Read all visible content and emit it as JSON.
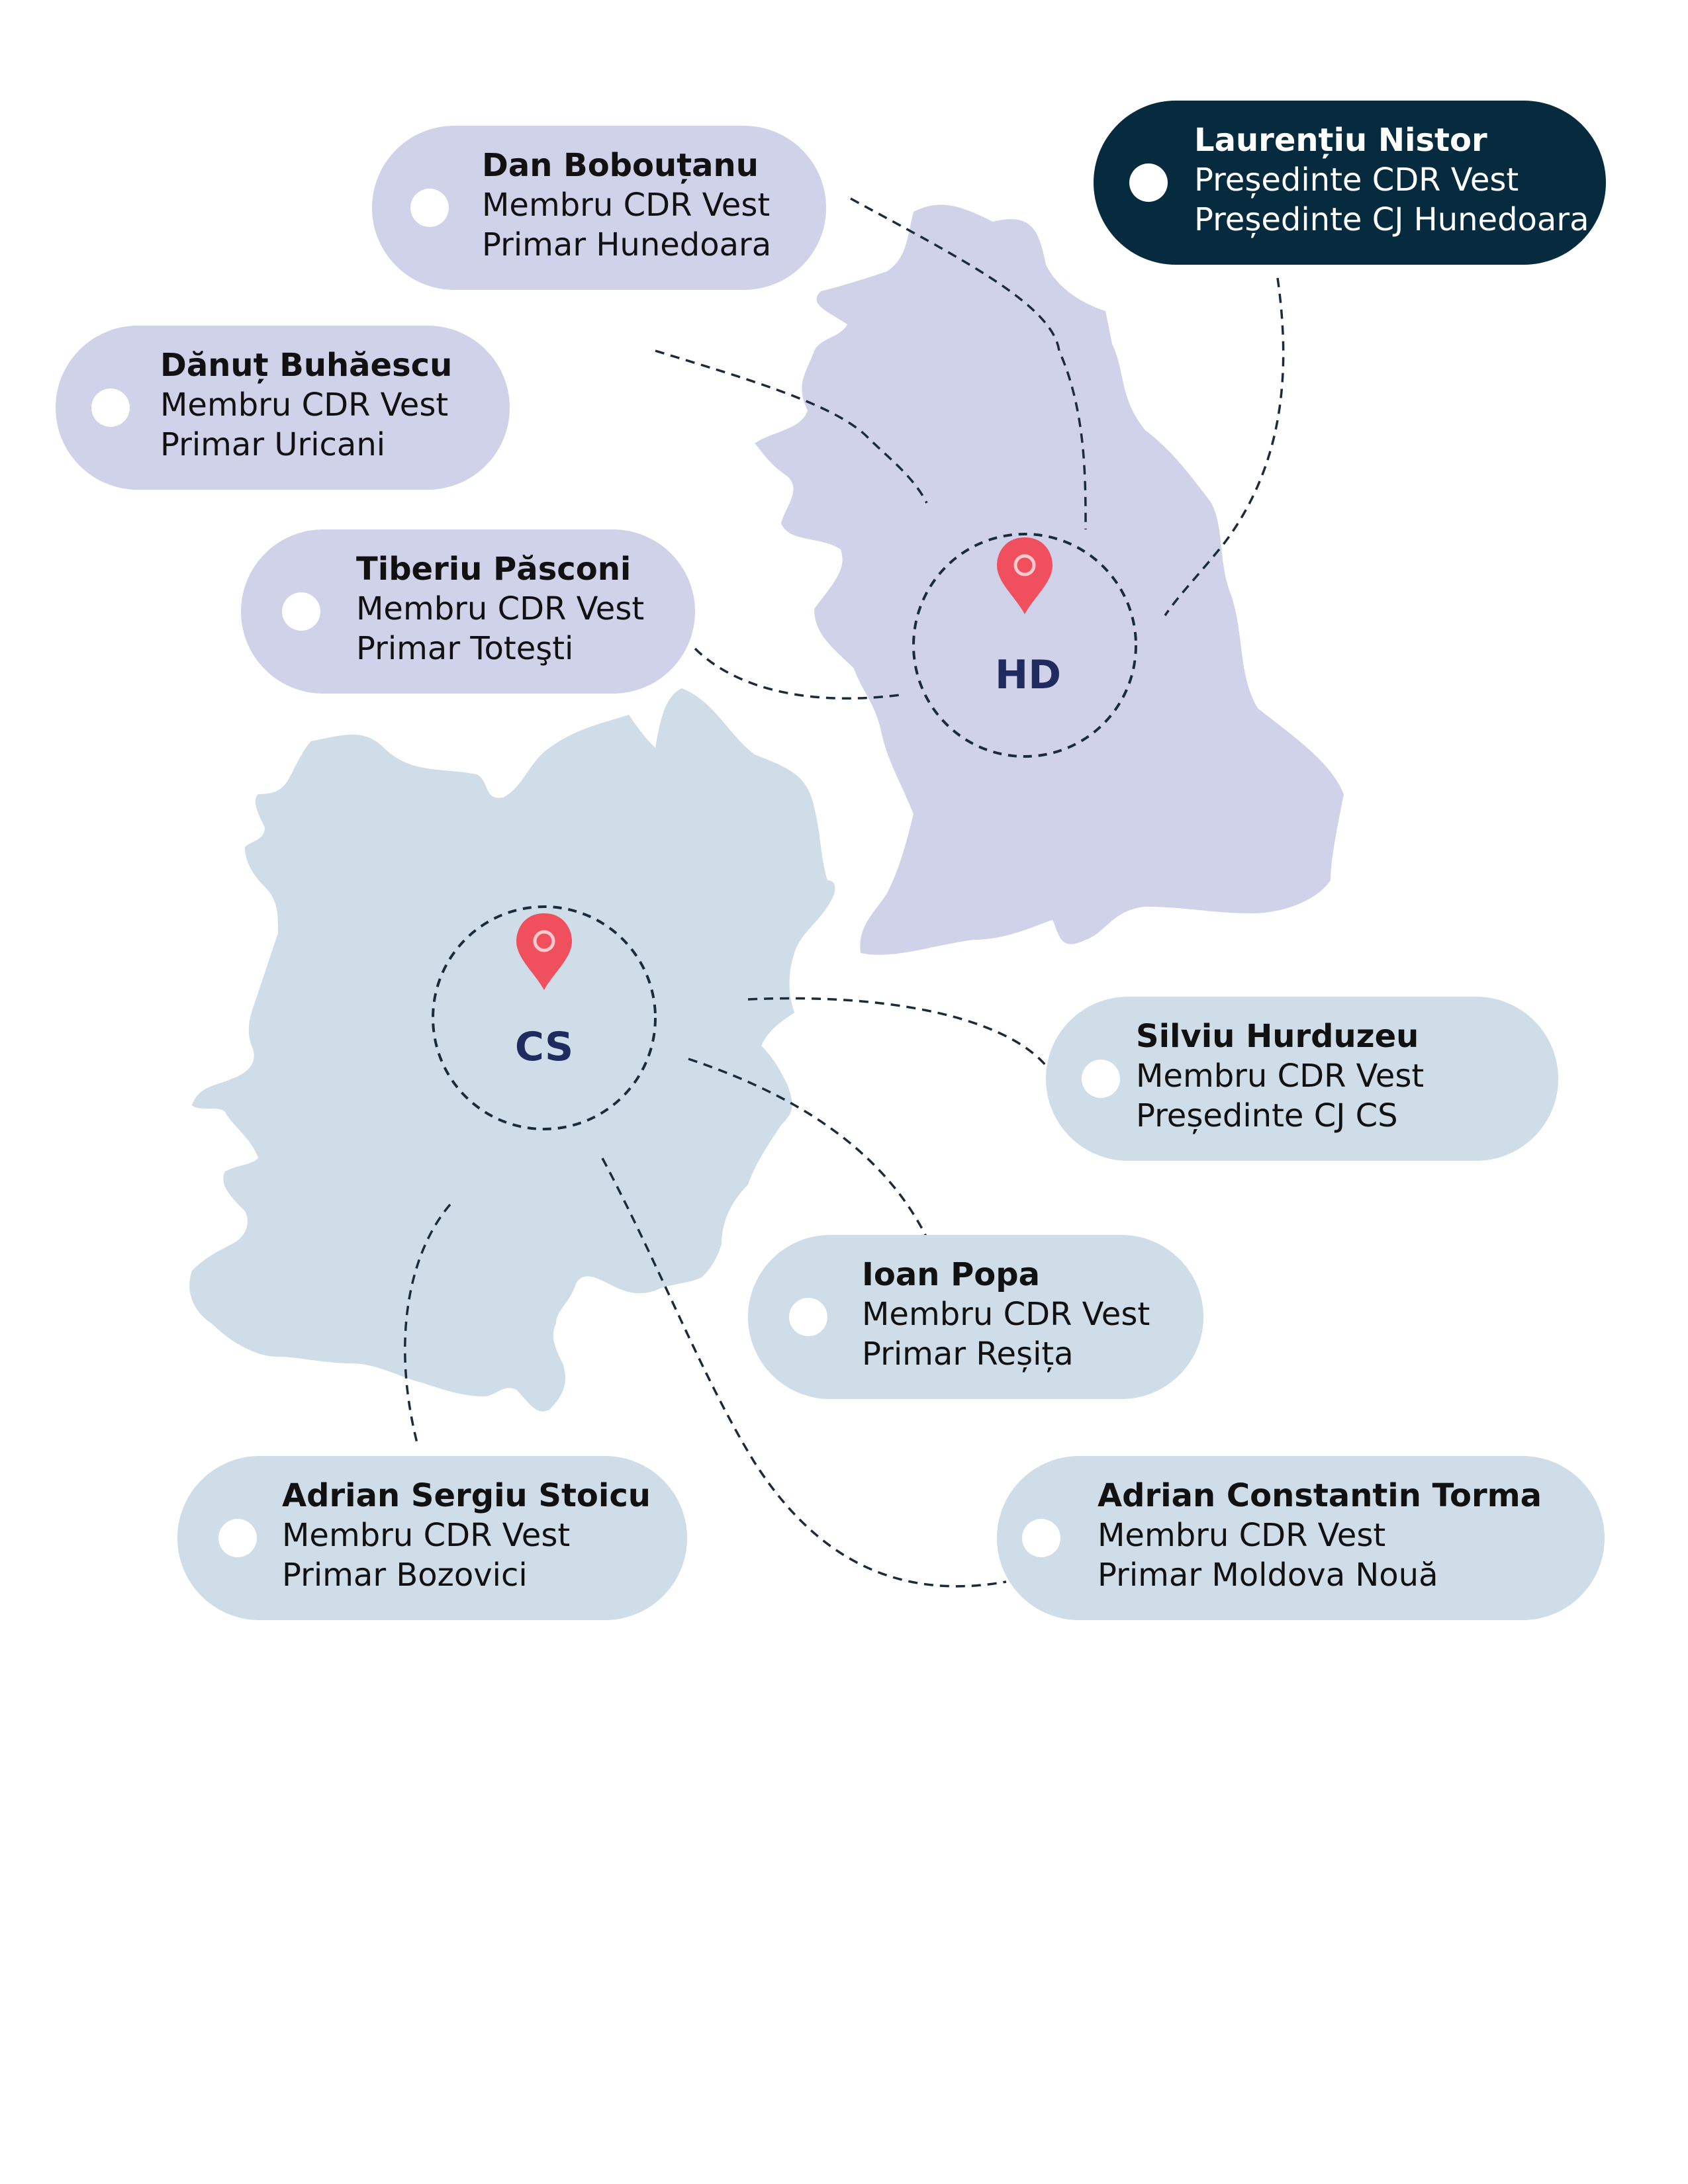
{
  "colors": {
    "hd_region": "#d0d2ea",
    "cs_region": "#cedde7",
    "hd_card": "#d0d2ea",
    "cs_card": "#cedde7",
    "highlight_card": "#062b3e",
    "dark_text": "#111111",
    "label_text": "#1f2b5e",
    "pin": "#f04f5d",
    "dashes": "#1a2b3c"
  },
  "regions": {
    "hd": {
      "code": "HD",
      "icon": "map-pin-icon"
    },
    "cs": {
      "code": "CS",
      "icon": "map-pin-icon"
    }
  },
  "members": [
    {
      "id": "nistor",
      "name": "Laurențiu Nistor",
      "line1": "Președinte CDR Vest",
      "line2": "Președinte CJ Hunedoara",
      "region": "hd",
      "highlight": true
    },
    {
      "id": "bobou",
      "name": "Dan Bobouțanu",
      "line1": "Membru CDR Vest",
      "line2": "Primar Hunedoara",
      "region": "hd"
    },
    {
      "id": "buhaescu",
      "name": "Dănuț Buhăescu",
      "line1": "Membru CDR Vest",
      "line2": "Primar Uricani",
      "region": "hd"
    },
    {
      "id": "pasconi",
      "name": "Tiberiu Păsconi",
      "line1": "Membru CDR Vest",
      "line2": "Primar Toteşti",
      "region": "hd"
    },
    {
      "id": "hurduzeu",
      "name": "Silviu Hurduzeu",
      "line1": "Membru CDR Vest",
      "line2": "Președinte CJ CS",
      "region": "cs"
    },
    {
      "id": "popa",
      "name": "Ioan Popa",
      "line1": "Membru CDR Vest",
      "line2": "Primar Reșița",
      "region": "cs"
    },
    {
      "id": "stoicu",
      "name": "Adrian Sergiu Stoicu",
      "line1": "Membru CDR Vest",
      "line2": "Primar Bozovici",
      "region": "cs"
    },
    {
      "id": "torma",
      "name": "Adrian Constantin Torma",
      "line1": "Membru CDR Vest",
      "line2": "Primar Moldova Nouă",
      "region": "cs"
    }
  ]
}
